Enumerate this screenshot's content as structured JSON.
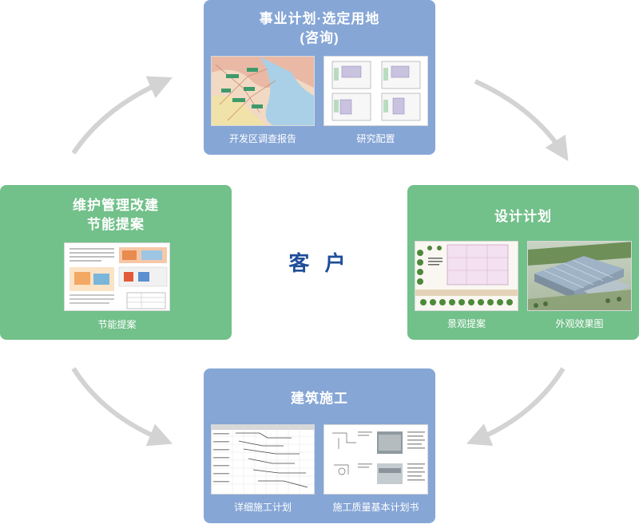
{
  "center": {
    "label": "客 户"
  },
  "top": {
    "title_line1": "事业计划·选定用地",
    "title_line2": "(咨询)",
    "captions": [
      "开发区调查报告",
      "研究配置"
    ]
  },
  "left": {
    "title_line1": "维护管理改建",
    "title_line2": "节能提案",
    "captions": [
      "节能提案"
    ]
  },
  "right": {
    "title": "设计计划",
    "captions": [
      "景观提案",
      "外观效果图"
    ]
  },
  "bottom": {
    "title": "建筑施工",
    "captions": [
      "详细施工计划",
      "施工质量基本计划书"
    ]
  },
  "colors": {
    "blue_box": "#86a6d6",
    "green_box": "#72c08a",
    "center_text": "#1f4e9a",
    "arrow": "#d3d3d3"
  }
}
